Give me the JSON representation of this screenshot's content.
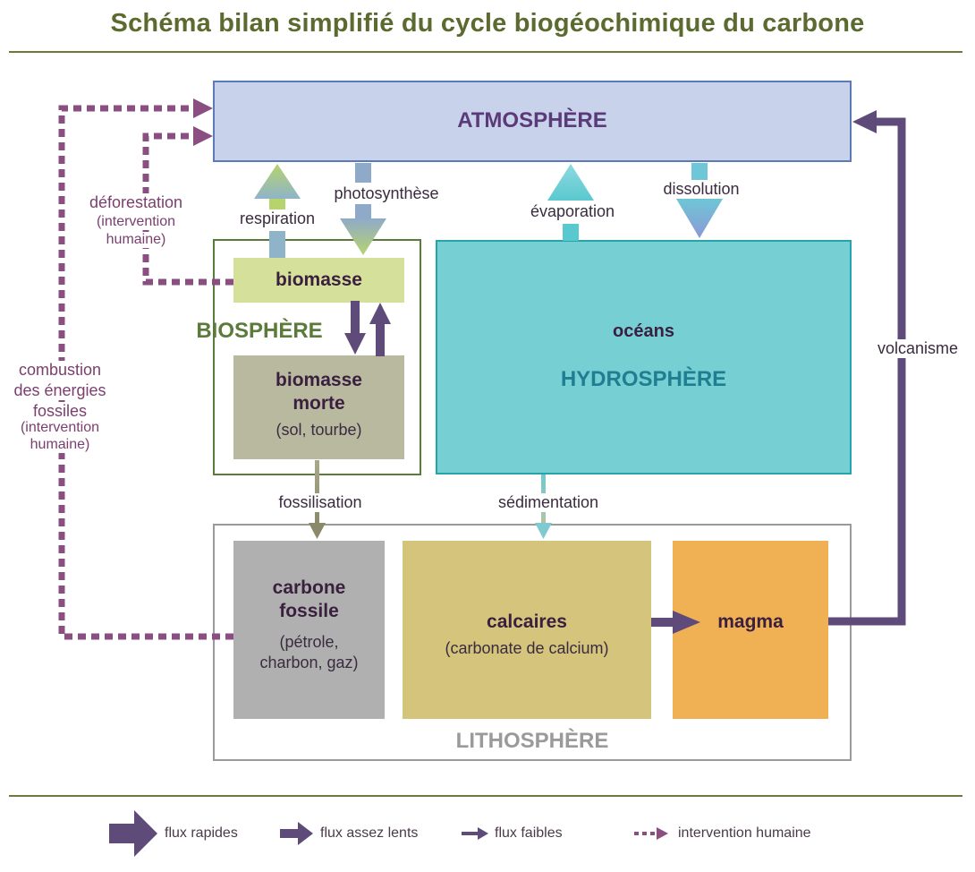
{
  "title": "Schéma bilan simplifié du cycle biogéochimique du carbone",
  "colors": {
    "title_green": "#5b6a2e",
    "atmosphere_fill": "#c8d2ea",
    "ocean_fill": "#76d0d3",
    "biomass_fill": "#d5e09a",
    "dead_biomass_fill": "#b9b9a0",
    "fossil_fill": "#b0b0b0",
    "limestone_fill": "#d4c47c",
    "magma_fill": "#f0b155",
    "flow_purple": "#5f4b7a",
    "human_dotted": "#8a4f80"
  },
  "atmosphere": {
    "label": "ATMOSPHÈRE"
  },
  "biosphere": {
    "label": "BIOSPHÈRE",
    "biomass": "biomasse",
    "dead_biomass_line1": "biomasse",
    "dead_biomass_line2": "morte",
    "dead_biomass_sub": "(sol, tourbe)"
  },
  "hydrosphere": {
    "label": "HYDROSPHÈRE",
    "oceans": "océans"
  },
  "lithosphere": {
    "label": "LITHOSPHÈRE",
    "fossil_line1": "carbone",
    "fossil_line2": "fossile",
    "fossil_sub1": "(pétrole,",
    "fossil_sub2": "charbon, gaz)",
    "limestone": "calcaires",
    "limestone_sub": "(carbonate de calcium)",
    "magma": "magma"
  },
  "flows": {
    "respiration": "respiration",
    "photosynthesis": "photosynthèse",
    "evaporation": "évaporation",
    "dissolution": "dissolution",
    "fossilisation": "fossilisation",
    "sedimentation": "sédimentation",
    "volcanism": "volcanisme",
    "deforestation_line1": "déforestation",
    "deforestation_line2": "(intervention",
    "deforestation_line3": "humaine)",
    "combustion_line1": "combustion",
    "combustion_line2": "des énergies",
    "combustion_line3": "fossiles",
    "combustion_line4": "(intervention",
    "combustion_line5": "humaine)"
  },
  "legend": {
    "fast": "flux rapides",
    "medium": "flux assez lents",
    "weak": "flux faibles",
    "human": "intervention humaine"
  }
}
